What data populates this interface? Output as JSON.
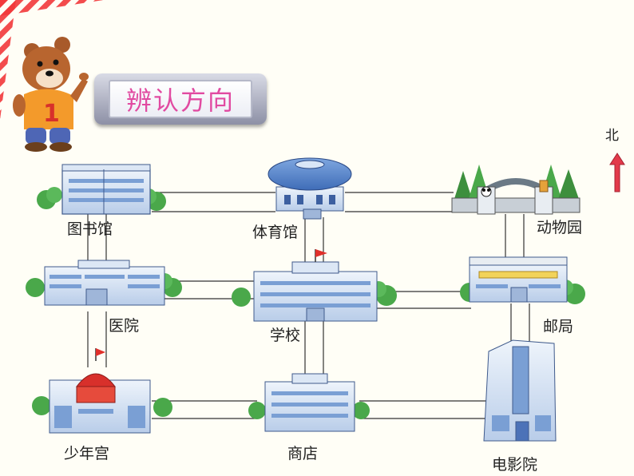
{
  "title": "辨认方向",
  "compass": {
    "label": "北",
    "arrow_color": "#e23a4a"
  },
  "places": {
    "library": "图书馆",
    "stadium": "体育馆",
    "zoo": "动物园",
    "hospital": "医院",
    "school": "学校",
    "post_office": "邮局",
    "youth_palace": "少年宫",
    "shop": "商店",
    "cinema": "电影院"
  },
  "colors": {
    "accent": "#e14aa1",
    "building_blue": "#8fb3e0",
    "tree_green": "#4aa84a",
    "stripe_red": "#f2383a"
  }
}
